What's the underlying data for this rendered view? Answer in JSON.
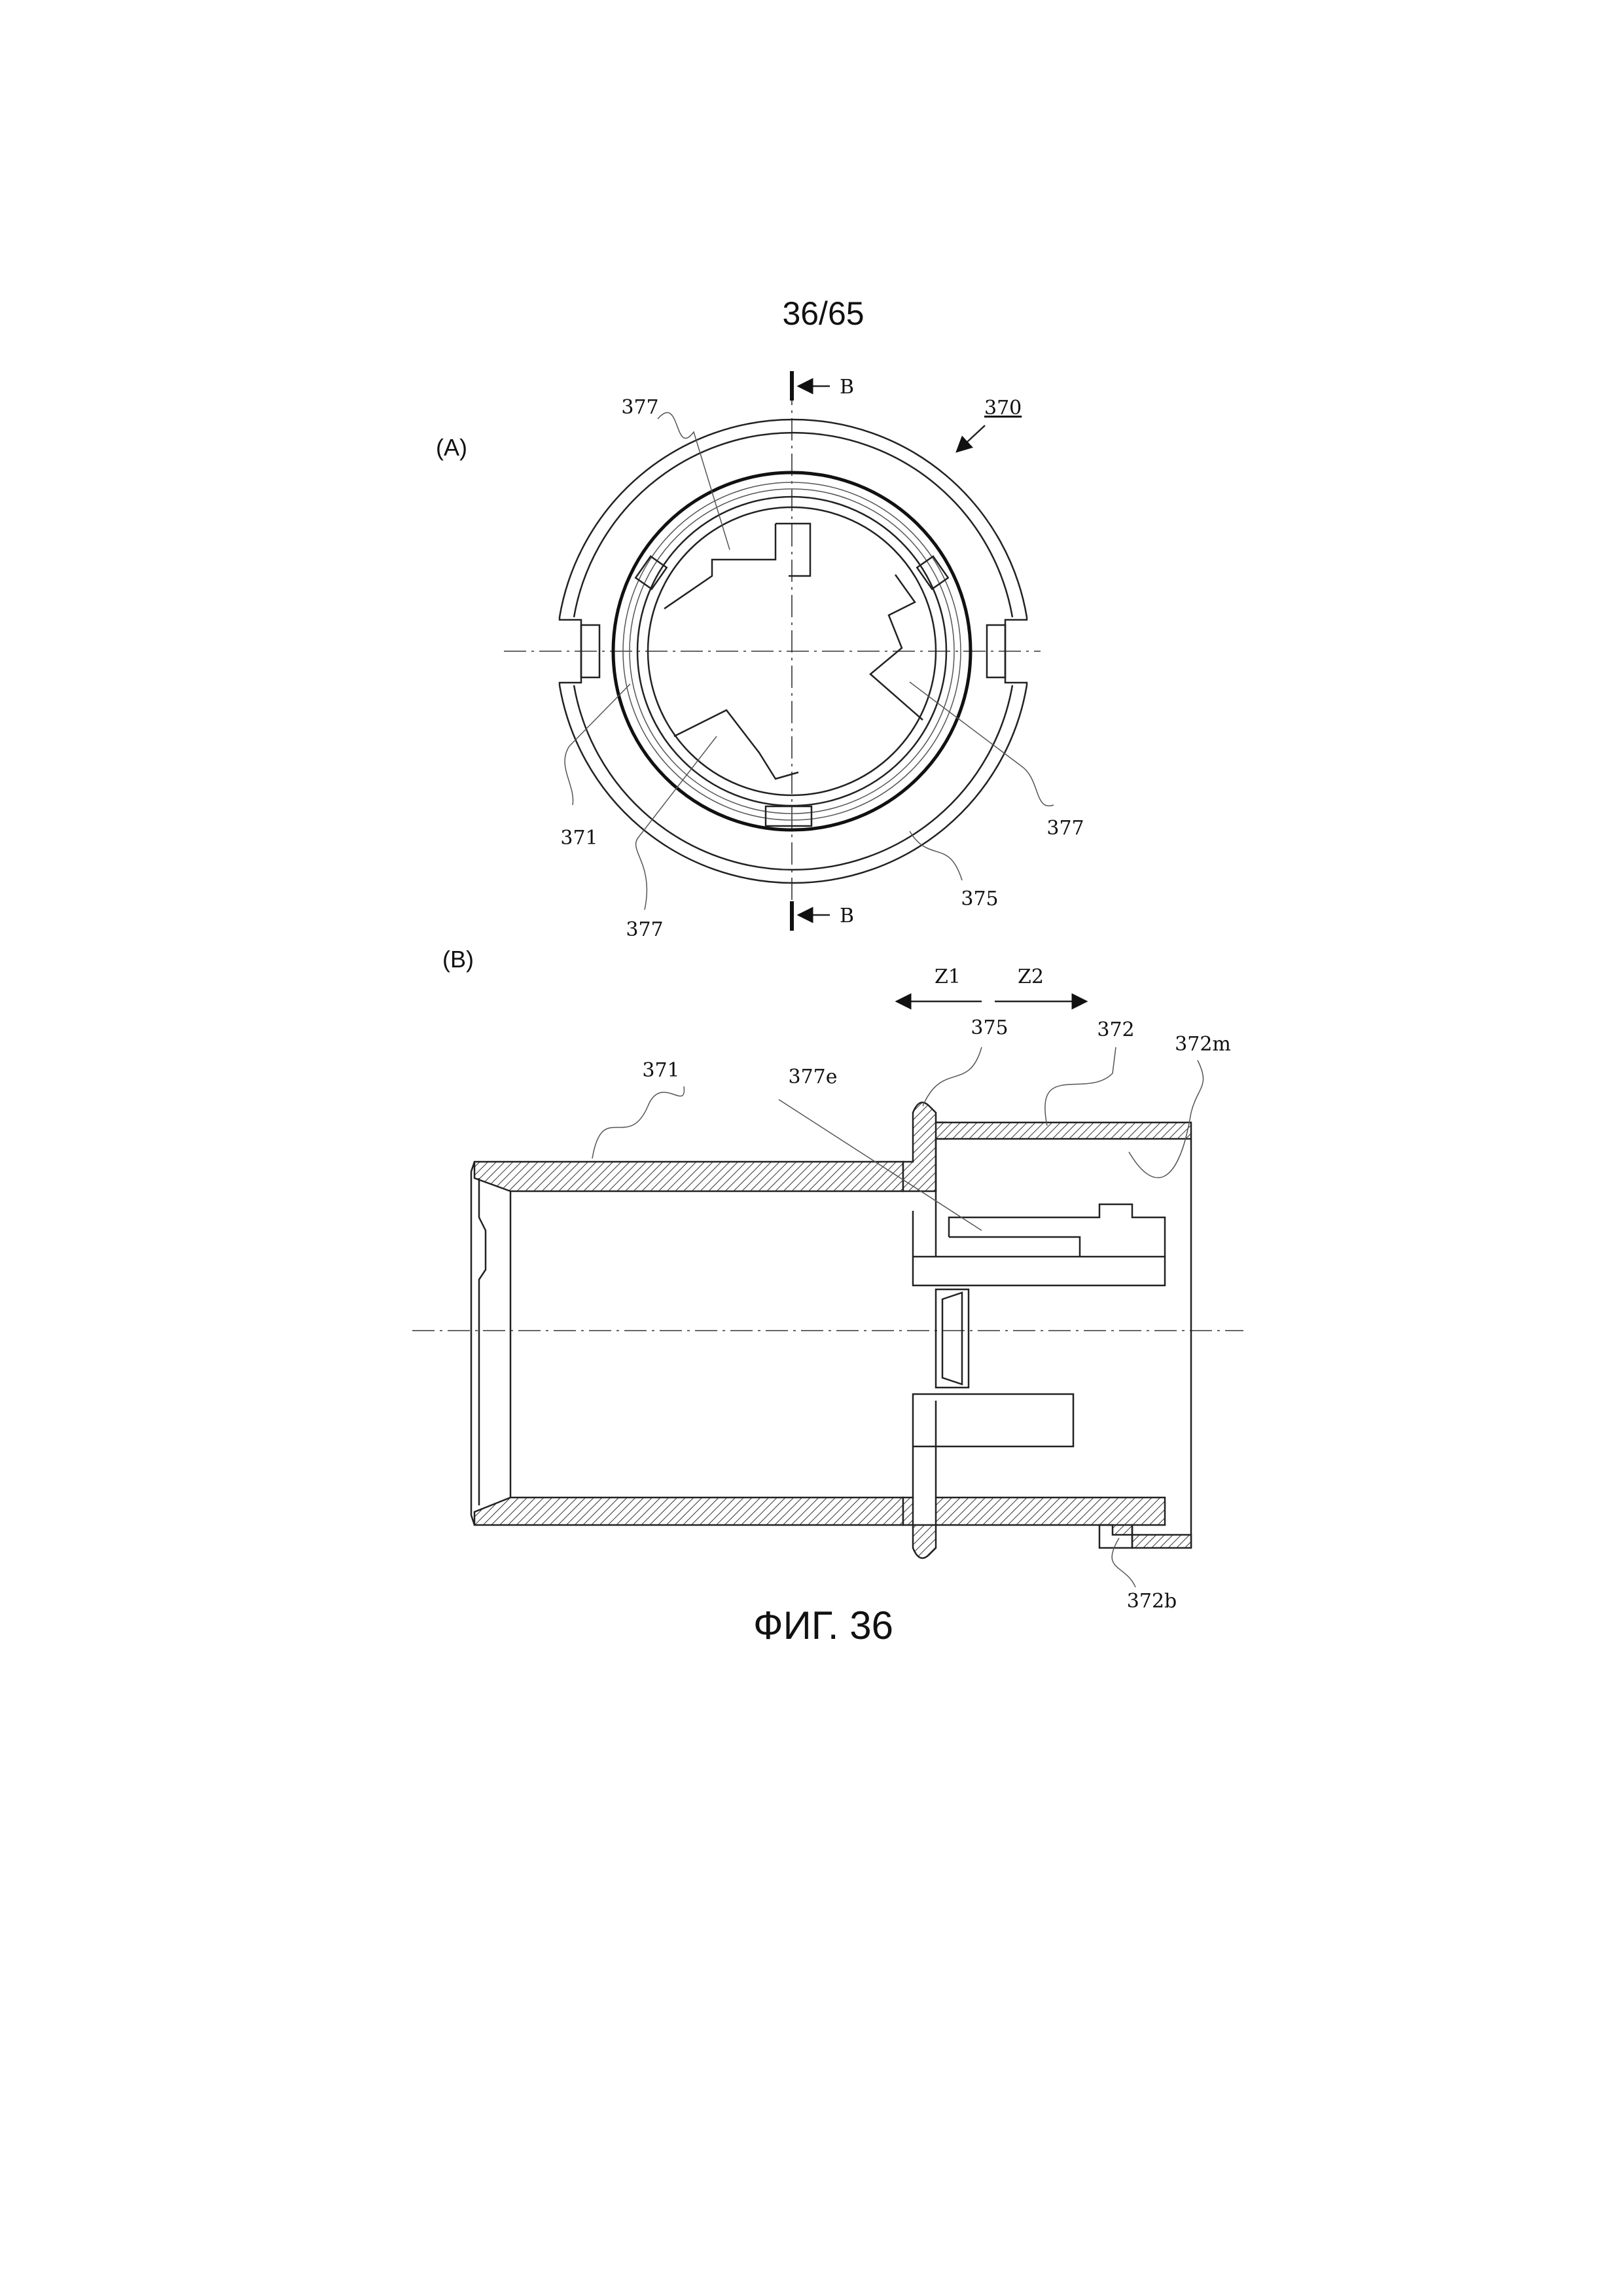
{
  "page": {
    "number": "36/65"
  },
  "caption": "ФИГ. 36",
  "view_a": {
    "letter": "(A)",
    "section_mark": "B",
    "labels": {
      "assembly": "370",
      "tab_top": "377",
      "tab_right": "377",
      "tab_bottom": "377",
      "inner_tube": "371",
      "ring": "375"
    }
  },
  "view_b": {
    "letter": "(B)",
    "direction_z1": "Z1",
    "direction_z2": "Z2",
    "labels": {
      "inner_tube": "371",
      "tab_edge": "377e",
      "ring": "375",
      "outer_tube": "372",
      "outer_inner_face": "372m",
      "outer_bottom": "372b"
    }
  }
}
